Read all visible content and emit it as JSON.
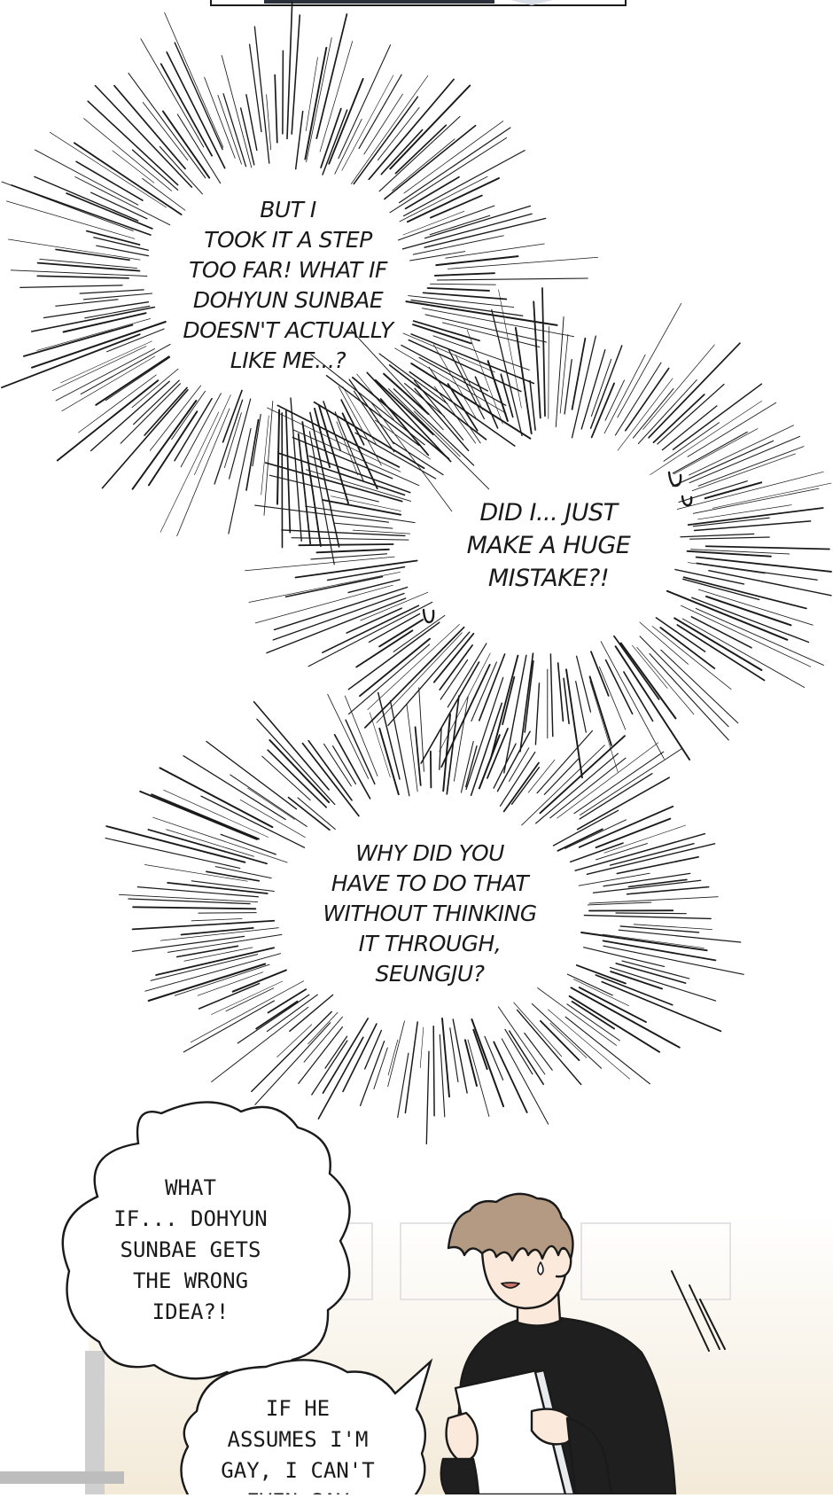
{
  "thoughts": [
    {
      "id": "burst-1",
      "lines": [
        "BUT I",
        "TOOK IT A STEP",
        "TOO FAR! WHAT IF",
        "DOHYUN SUNBAE",
        "DOESN'T ACTUALLY",
        "LIKE ME...?"
      ]
    },
    {
      "id": "burst-2",
      "lines": [
        "DID I... JUST",
        "MAKE A HUGE",
        "MISTAKE?!"
      ]
    },
    {
      "id": "burst-3",
      "lines": [
        "WHY DID YOU",
        "HAVE TO DO THAT",
        "WITHOUT THINKING",
        "IT THROUGH,",
        "SEUNGJU?"
      ]
    }
  ],
  "speech": [
    {
      "id": "bubble-1",
      "lines": [
        "WHAT",
        "IF... DOHYUN",
        "SUNBAE GETS",
        "THE WRONG",
        "IDEA?!"
      ]
    },
    {
      "id": "bubble-2",
      "lines": [
        "IF HE",
        "ASSUMES I'M",
        "GAY, I CAN'T",
        "EVEN SAY"
      ]
    }
  ],
  "colors": {
    "ink": "#1a1a1a",
    "hair": "#b49a82",
    "sweater": "#1f1f1f",
    "skin": "#fbe9dc",
    "floor_tint": "#f4ede2"
  }
}
